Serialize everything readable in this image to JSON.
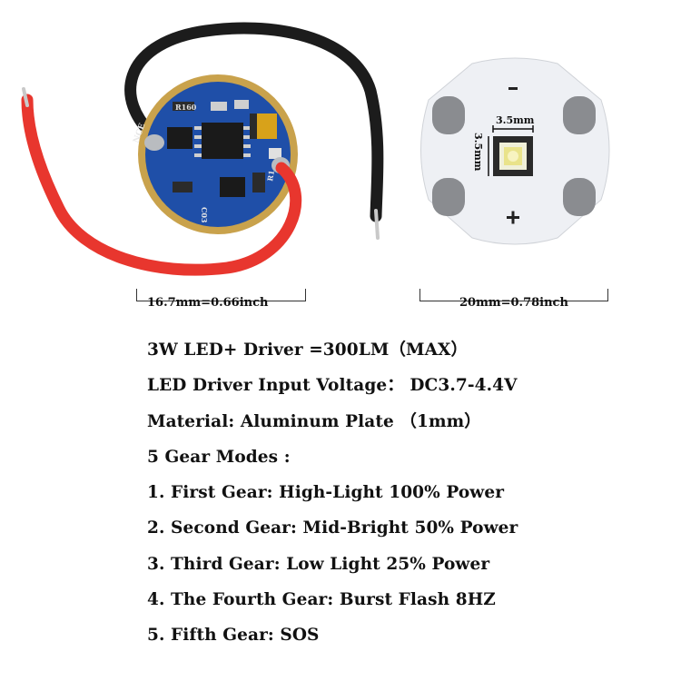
{
  "driver_board": {
    "markings": {
      "r160": "R160",
      "nce": "NCE",
      "r_code": "R1",
      "c_code": "C03"
    },
    "dimension_label": "16.7mm=0.66inch"
  },
  "led_star": {
    "chip_width_label": "3.5mm",
    "chip_height_label": "3.5mm",
    "dimension_label": "20mm=0.78inch"
  },
  "specs": [
    "3W LED+ Driver =300LM（MAX）",
    "LED Driver Input Voltage： DC3.7-4.4V",
    "Material: Aluminum Plate （1mm）",
    "5 Gear Modes :",
    "1. First Gear: High-Light 100% Power",
    "2. Second Gear: Mid-Bright 50% Power",
    "3. Third Gear: Low Light 25% Power",
    "4. The Fourth Gear: Burst Flash 8HZ",
    "5. Fifth Gear: SOS"
  ],
  "colors": {
    "pcb_blue": "#1f4fa8",
    "gold_ring": "#c9a24c",
    "red_wire": "#e8362e",
    "black_wire": "#1c1c1c",
    "star_board": "#eef0f4",
    "pad_gray": "#8a8c90"
  }
}
